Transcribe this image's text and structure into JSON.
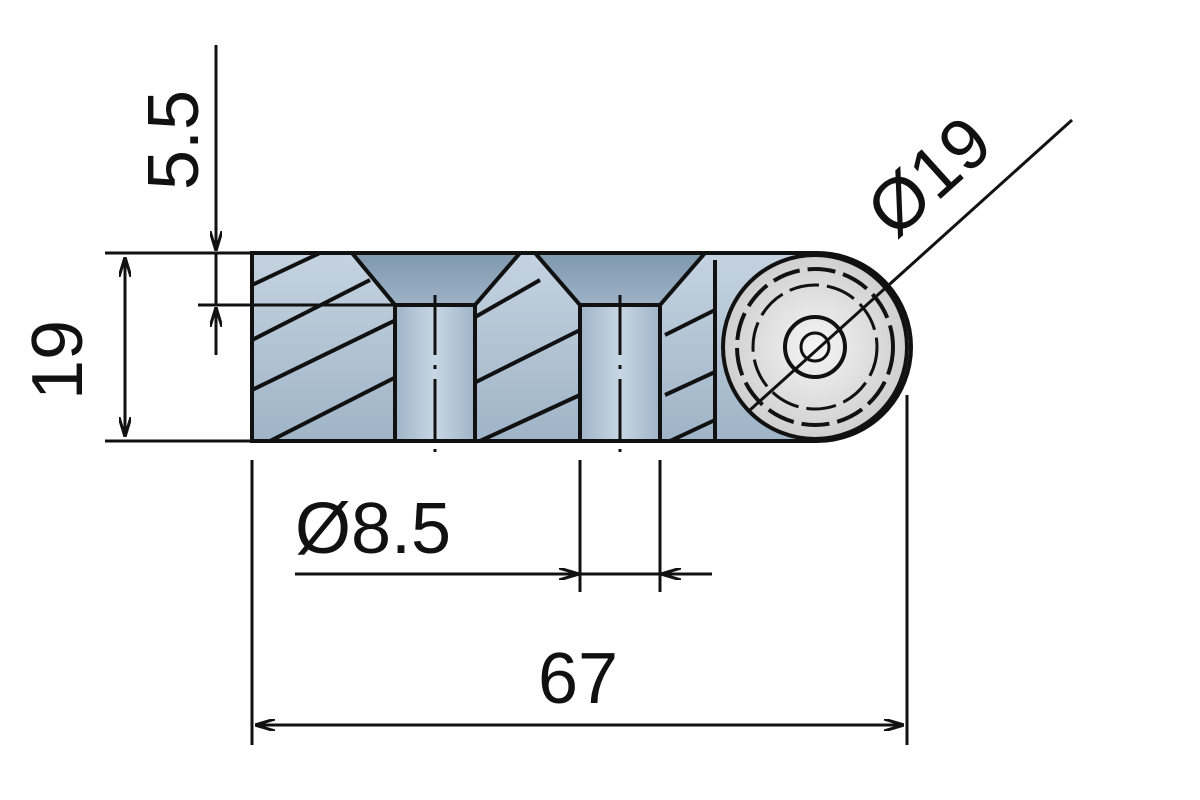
{
  "drawing": {
    "type": "technical-drawing",
    "subject": "hinge-leaf-section",
    "colors": {
      "line": "#111111",
      "body_fill": "#a9bccd",
      "body_fill_dark": "#8aa2b7",
      "hole_fill": "#b7c8d8",
      "knuckle_fill": "#e2e2e2",
      "background": "#ffffff"
    },
    "dimensions": {
      "top_offset": {
        "label": "5.5"
      },
      "height": {
        "label": "19"
      },
      "hole_diameter": {
        "label": "Ø8.5"
      },
      "overall_length": {
        "label": "67"
      },
      "knuckle_diameter": {
        "label": "Ø19"
      }
    }
  }
}
